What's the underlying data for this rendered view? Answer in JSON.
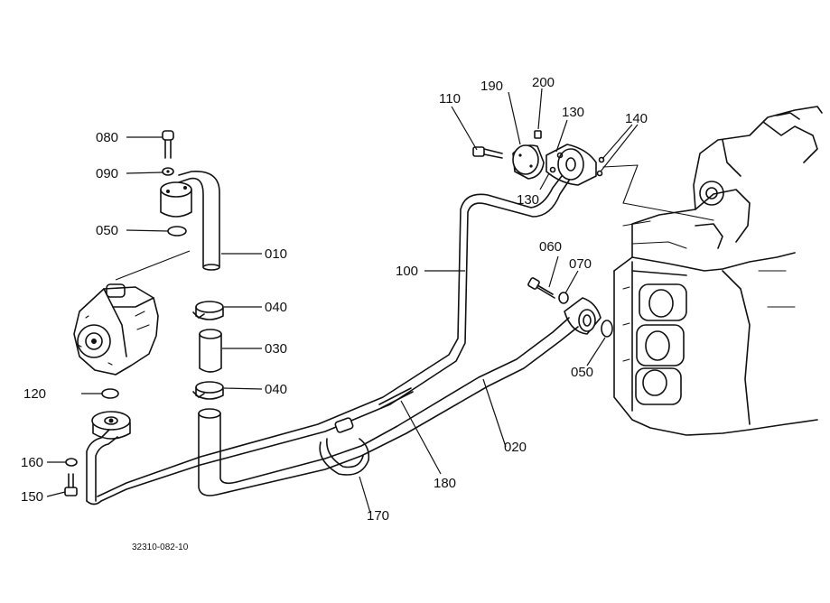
{
  "drawing_code": "32310-082-10",
  "parts": [
    {
      "key": "010",
      "label": "010"
    },
    {
      "key": "020",
      "label": "020"
    },
    {
      "key": "030",
      "label": "030"
    },
    {
      "key": "040a",
      "label": "040"
    },
    {
      "key": "040b",
      "label": "040"
    },
    {
      "key": "050a",
      "label": "050"
    },
    {
      "key": "050b",
      "label": "050"
    },
    {
      "key": "060",
      "label": "060"
    },
    {
      "key": "070",
      "label": "070"
    },
    {
      "key": "080",
      "label": "080"
    },
    {
      "key": "090",
      "label": "090"
    },
    {
      "key": "100",
      "label": "100"
    },
    {
      "key": "110",
      "label": "110"
    },
    {
      "key": "120",
      "label": "120"
    },
    {
      "key": "130a",
      "label": "130"
    },
    {
      "key": "130b",
      "label": "130"
    },
    {
      "key": "140",
      "label": "140"
    },
    {
      "key": "150",
      "label": "150"
    },
    {
      "key": "160",
      "label": "160"
    },
    {
      "key": "170",
      "label": "170"
    },
    {
      "key": "180",
      "label": "180"
    },
    {
      "key": "190",
      "label": "190"
    },
    {
      "key": "200",
      "label": "200"
    }
  ]
}
